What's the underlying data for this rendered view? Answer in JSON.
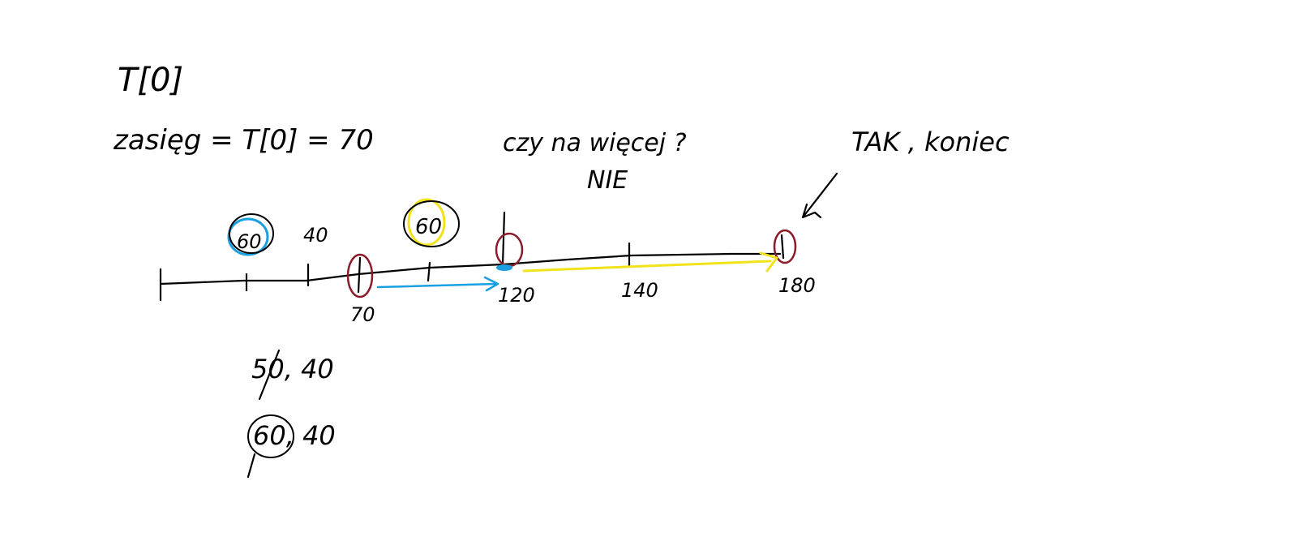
{
  "colors": {
    "ink": "#000000",
    "blue": "#1a9fe0",
    "yellow": "#f2e21a",
    "maroon": "#8a1b2a"
  },
  "notes": {
    "title": "T[0]",
    "range": "zasięg = T[0] = 70",
    "question": "czy na więcej ?",
    "answer": "NIE",
    "done": "TAK , koniec"
  },
  "axis": {
    "labels_below": [
      "70",
      "120",
      "140",
      "180"
    ],
    "labels_above": [
      "60",
      "40",
      "60"
    ]
  },
  "pairs": {
    "first": "50, 40",
    "second": "60, 40"
  }
}
